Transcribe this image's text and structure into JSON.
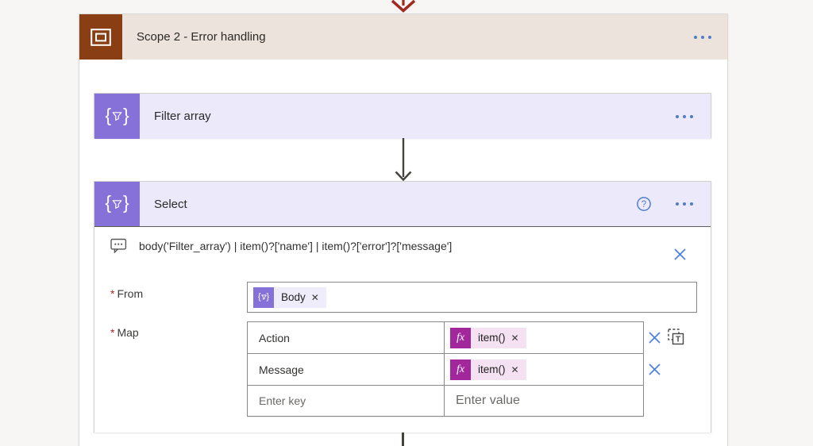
{
  "colors": {
    "page_bg": "#f7f6f5",
    "scope_icon_bg": "#8a3e13",
    "scope_header_bg": "#ece3dc",
    "data_operation_icon_bg": "#8671d8",
    "action_header_bg": "#eceafa",
    "expression_icon_bg": "#a2269c",
    "expression_pill_bg": "#f4e1f2",
    "token_pill_bg": "#efecfb",
    "menu_dot_blue": "#4f7dc9",
    "close_blue": "#4a80e8",
    "run_after_arrow_red": "#a02a20",
    "required_red": "#a4262c",
    "connector_gray": "#45423e"
  },
  "scope": {
    "title": "Scope 2 - Error handling"
  },
  "filter_card": {
    "title": "Filter array"
  },
  "select_card": {
    "title": "Select",
    "comment_text": "body('Filter_array') | item()?['name'] | item()?['error']?['message']",
    "from_field": {
      "required_mark": "*",
      "label": "From",
      "token": {
        "text": "Body",
        "dismiss": "✕"
      }
    },
    "map_field": {
      "required_mark": "*",
      "label": "Map",
      "expression_icon_label": "fx",
      "rows": [
        {
          "key": "Action",
          "token": {
            "text": "item()",
            "dismiss": "✕"
          }
        },
        {
          "key": "Message",
          "token": {
            "text": "item()",
            "dismiss": "✕"
          }
        }
      ],
      "key_placeholder": "Enter key",
      "value_placeholder": "Enter value"
    }
  }
}
